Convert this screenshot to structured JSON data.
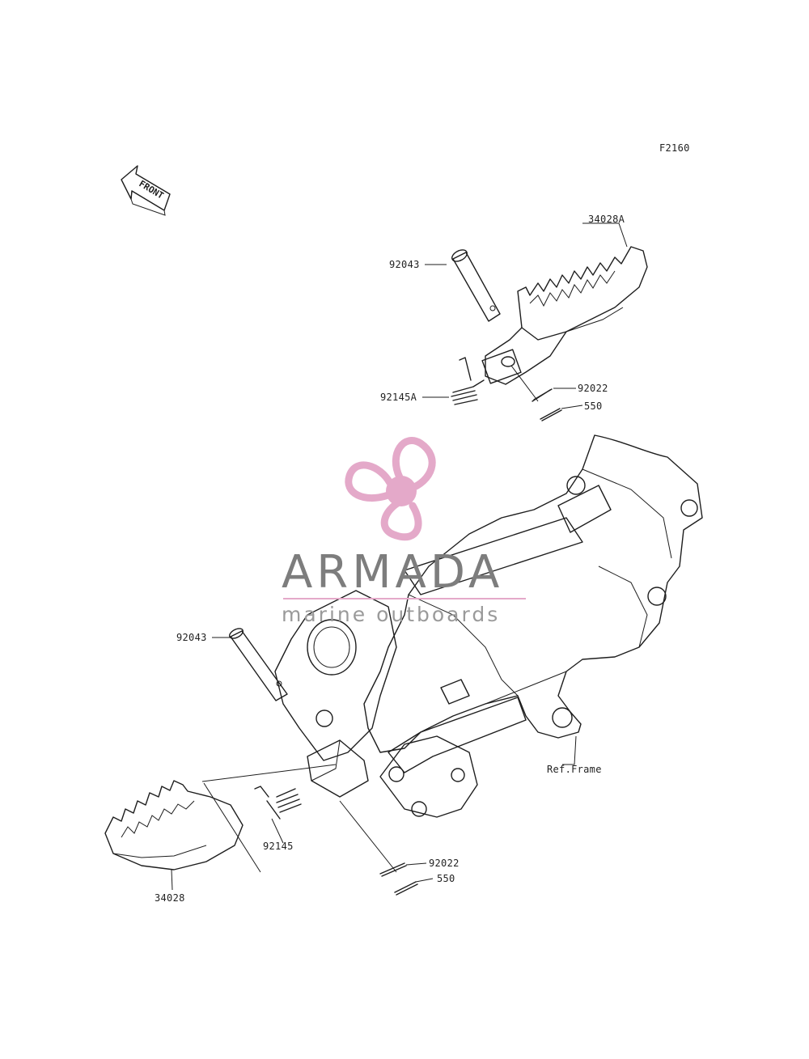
{
  "figure_code": "F2160",
  "front_label": "FRONT",
  "parts": {
    "footpeg_right": "34028A",
    "pin_upper": "92043",
    "spring_upper": "92145A",
    "washer_upper": "92022",
    "cotter_upper": "550",
    "pin_lower": "92043",
    "spring_lower": "92145",
    "footpeg_left": "34028",
    "washer_lower": "92022",
    "cotter_lower": "550",
    "ref_frame": "Ref.Frame"
  },
  "watermark": {
    "name": "ARMADA",
    "tagline": "marine outboards",
    "colors": {
      "logo": "#e4a9c9",
      "text": "#7d7d7d"
    }
  }
}
